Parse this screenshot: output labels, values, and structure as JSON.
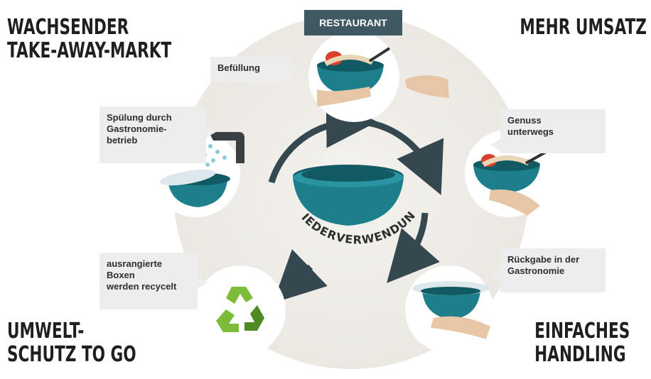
{
  "corners": {
    "top_left": [
      "WACHSENDER",
      "TAKE-AWAY-MARKT"
    ],
    "top_right": [
      "MEHR UMSATZ"
    ],
    "bottom_left": [
      "UMWELT-",
      "SCHUTZ TO GO"
    ],
    "bottom_right": [
      "EINFACHES",
      "HANDLING"
    ]
  },
  "header_label": "RESTAURANT",
  "center_label": "WIEDERVERWENDUNG",
  "steps": {
    "filling": [
      "Befüllung"
    ],
    "enjoy": [
      "Genuss",
      "unterwegs"
    ],
    "return": [
      "Rückgabe in der",
      "Gastronomie"
    ],
    "recycle": [
      "ausrangierte",
      "Boxen",
      "werden recycelt"
    ],
    "rinse": [
      "Spülung durch",
      "Gastronomie-",
      "betrieb"
    ]
  },
  "colors": {
    "bowl": "#1e7f8c",
    "bowl_dark": "#125a63",
    "arrow": "#35474f",
    "recycle_green": "#7dbb3b",
    "recycle_green_dark": "#4f8a23",
    "header_bg": "#3f5963"
  }
}
